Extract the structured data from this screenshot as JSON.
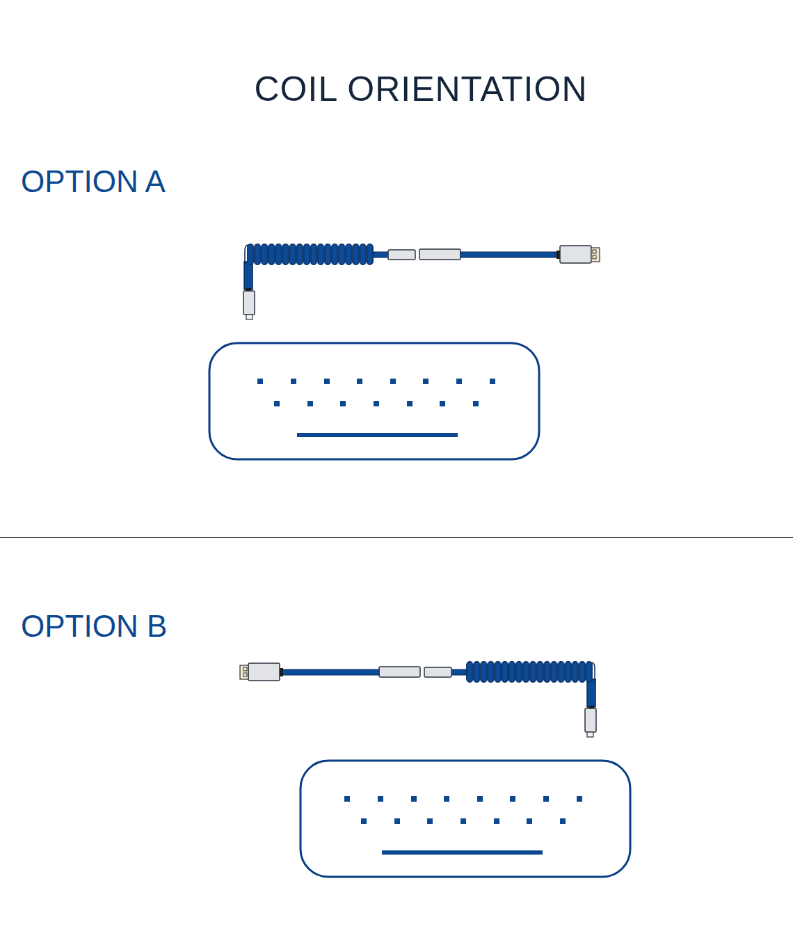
{
  "diagram": {
    "title": "COIL ORIENTATION",
    "labels": [
      "OPTION A",
      "OPTION B"
    ]
  }
}
